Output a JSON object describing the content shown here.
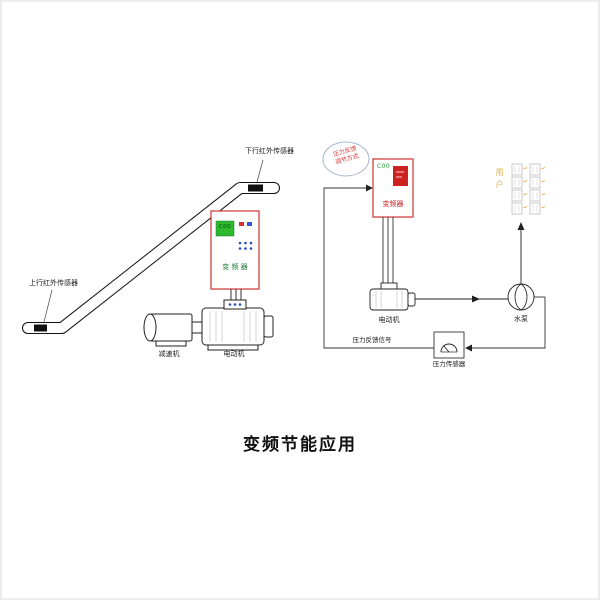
{
  "title": "变频节能应用",
  "colors": {
    "inverter_border": "#cc3333",
    "display_green": "#2eb82e",
    "inverter_label_green": "#1a7a33",
    "inverter_label_red": "#cc2222",
    "users_orange": "#e6b54a",
    "line_color": "#222222"
  },
  "escalator_system": {
    "down_sensor_label": "下行红外传感器",
    "up_sensor_label": "上行红外传感器",
    "inverter": {
      "display_text": "C00",
      "label": "变 频 器"
    },
    "reducer_label": "减速机",
    "motor_label": "电动机"
  },
  "pump_system": {
    "bubble_line1": "压力反馈",
    "bubble_line2": "调节方式",
    "inverter": {
      "display_text": "C00",
      "label": "变频器"
    },
    "motor_label": "电动机",
    "pump_label": "水泵",
    "users_label": "用户",
    "feedback_signal_label": "压力反馈信号",
    "pressure_sensor_label": "压力传感器"
  }
}
